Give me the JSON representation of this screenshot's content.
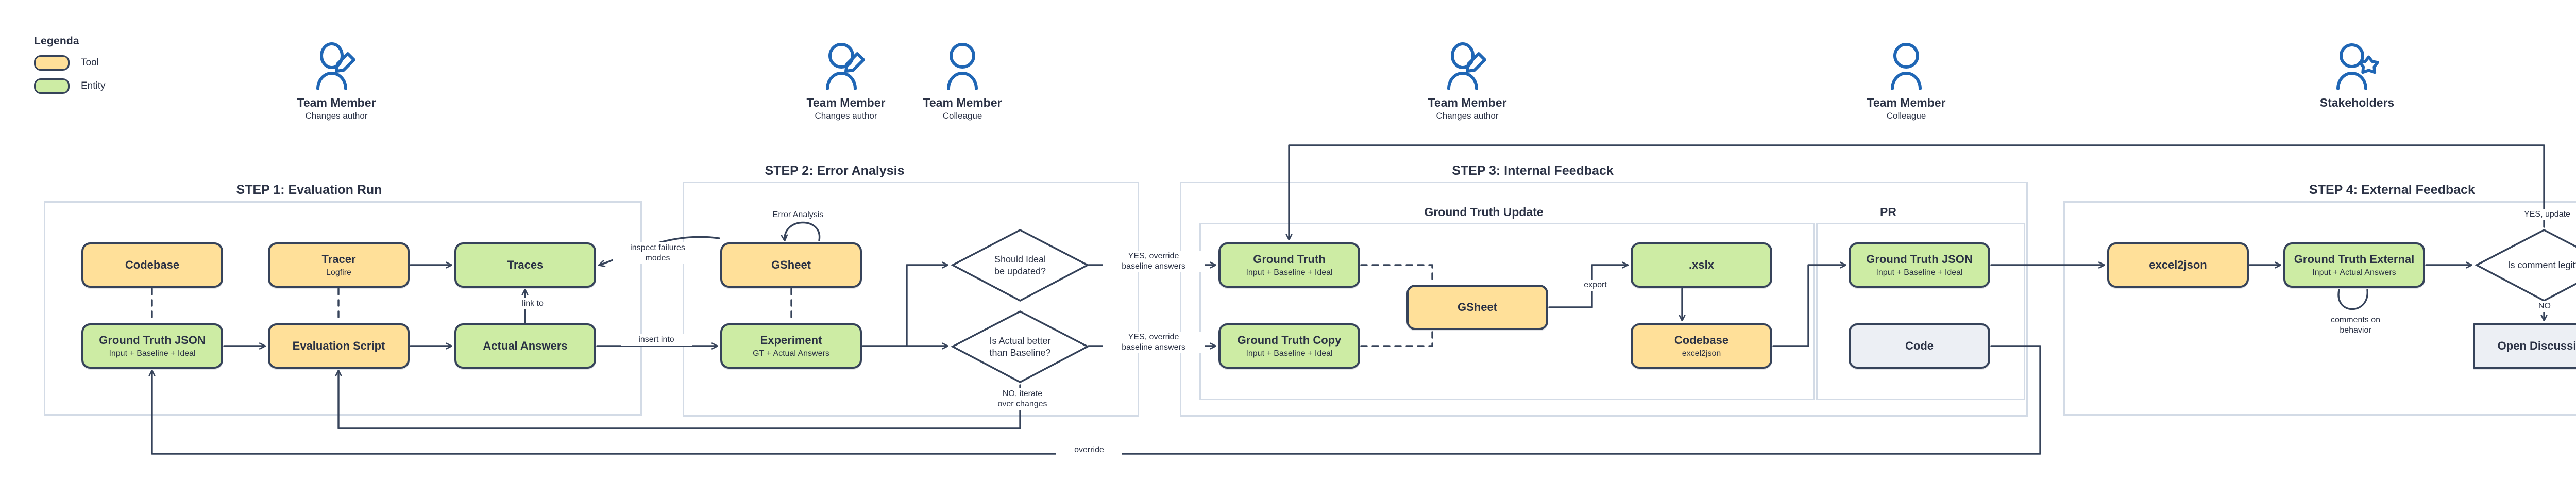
{
  "legend": {
    "title": "Legenda",
    "items": [
      {
        "label": "Tool",
        "color": "#ffe099"
      },
      {
        "label": "Entity",
        "color": "#cdeca4"
      }
    ]
  },
  "actor_color": "#1f66b5",
  "actors": [
    {
      "icon": "person-edit-icon",
      "name": "Team Member",
      "sub": "Changes author"
    },
    {
      "icon": "person-edit-icon",
      "name": "Team Member",
      "sub": "Changes author"
    },
    {
      "icon": "person-icon",
      "name": "Team Member",
      "sub": "Colleague"
    },
    {
      "icon": "person-edit-icon",
      "name": "Team Member",
      "sub": "Changes author"
    },
    {
      "icon": "person-icon",
      "name": "Team Member",
      "sub": "Colleague"
    },
    {
      "icon": "person-star-icon",
      "name": "Stakeholders",
      "sub": ""
    }
  ],
  "steps": [
    {
      "title": "STEP 1: Evaluation Run"
    },
    {
      "title": "STEP 2: Error Analysis"
    },
    {
      "title": "STEP 3: Internal Feedback"
    },
    {
      "title": "STEP 4: External Feedback"
    }
  ],
  "subgroups": [
    {
      "title": "Ground Truth Update"
    },
    {
      "title": "PR"
    }
  ],
  "nodes": {
    "codebase": {
      "title": "Codebase",
      "sub": "",
      "kind": "tool"
    },
    "tracer": {
      "title": "Tracer",
      "sub": "Logfire",
      "kind": "tool"
    },
    "traces": {
      "title": "Traces",
      "sub": "",
      "kind": "entity"
    },
    "ground_truth_json": {
      "title": "Ground Truth JSON",
      "sub": "Input + Baseline + Ideal",
      "kind": "entity"
    },
    "evaluation_script": {
      "title": "Evaluation Script",
      "sub": "",
      "kind": "tool"
    },
    "actual_answers": {
      "title": "Actual Answers",
      "sub": "",
      "kind": "entity"
    },
    "gsheet_s2": {
      "title": "GSheet",
      "sub": "",
      "kind": "tool"
    },
    "experiment": {
      "title": "Experiment",
      "sub": "GT + Actual Answers",
      "kind": "entity"
    },
    "ground_truth": {
      "title": "Ground Truth",
      "sub": "Input + Baseline + Ideal",
      "kind": "entity"
    },
    "ground_truth_copy": {
      "title": "Ground Truth Copy",
      "sub": "Input + Baseline + Ideal",
      "kind": "entity"
    },
    "gsheet_s3": {
      "title": "GSheet",
      "sub": "",
      "kind": "tool"
    },
    "xslx": {
      "title": ".xslx",
      "sub": "",
      "kind": "entity"
    },
    "codebase_excel2json": {
      "title": "Codebase",
      "sub": "excel2json",
      "kind": "tool"
    },
    "gt_json_pr": {
      "title": "Ground Truth JSON",
      "sub": "Input + Baseline + Ideal",
      "kind": "entity"
    },
    "code": {
      "title": "Code",
      "sub": "",
      "kind": "plain"
    },
    "excel2json": {
      "title": "excel2json",
      "sub": "",
      "kind": "tool"
    },
    "gt_external": {
      "title": "Ground Truth External",
      "sub": "Input + Actual Answers",
      "kind": "entity"
    },
    "open_discussion": {
      "title": "Open Discussion",
      "sub": "",
      "kind": "plain"
    }
  },
  "decisions": {
    "should_ideal": {
      "line1": "Should Ideal",
      "line2": "be updated?"
    },
    "actual_better": {
      "line1": "Is Actual better",
      "line2": "than Baseline?"
    },
    "comment_legit": {
      "line1": "Is comment legit?",
      "line2": ""
    }
  },
  "edge_labels": {
    "link_to": "link to",
    "inspect_failures": "inspect failures\nmodes",
    "insert_into": "insert into",
    "error_analysis": "Error Analysis",
    "yes_override_1": "YES, override\nbaseline answers",
    "yes_override_2": "YES, override\nbaseline answers",
    "no_iterate": "NO, iterate\nover changes",
    "export": "export",
    "override": "override",
    "yes_update": "YES, update",
    "no": "NO",
    "comments_on_behavior": "comments on\nbehavior"
  },
  "colors": {
    "tool": "#ffe099",
    "entity": "#cdeca4",
    "plain": "#eceff4",
    "stroke": "#36435a",
    "frame": "#d3dbe6",
    "text": "#2b3245",
    "actor": "#1f66b5"
  }
}
